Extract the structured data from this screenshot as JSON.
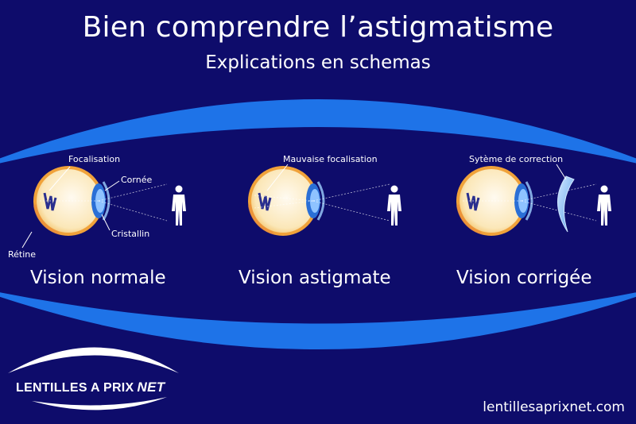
{
  "header": {
    "title": "Bien comprendre l’astigmatisme",
    "subtitle": "Explications en schemas"
  },
  "panels": [
    {
      "caption": "Vision normale",
      "labels": {
        "focus": "Focalisation",
        "cornea": "Cornée",
        "lens": "Cristallin",
        "retina": "Rétine"
      }
    },
    {
      "caption": "Vision astigmate",
      "labels": {
        "focus": "Mauvaise focalisation"
      }
    },
    {
      "caption": "Vision corrigée",
      "labels": {
        "correction": "Sytème de correction"
      }
    }
  ],
  "logo": {
    "brand": "LENTILLES A PRIX",
    "brand_suffix": "NET"
  },
  "footer": {
    "website": "lentillesaprixnet.com"
  },
  "colors": {
    "background": "#0e0c6b",
    "arc": "#1e73e8",
    "eye_white": "#fdf1d2",
    "eye_rim": "#f0a23a",
    "iris": "#2a6fd6",
    "text": "#ffffff"
  }
}
